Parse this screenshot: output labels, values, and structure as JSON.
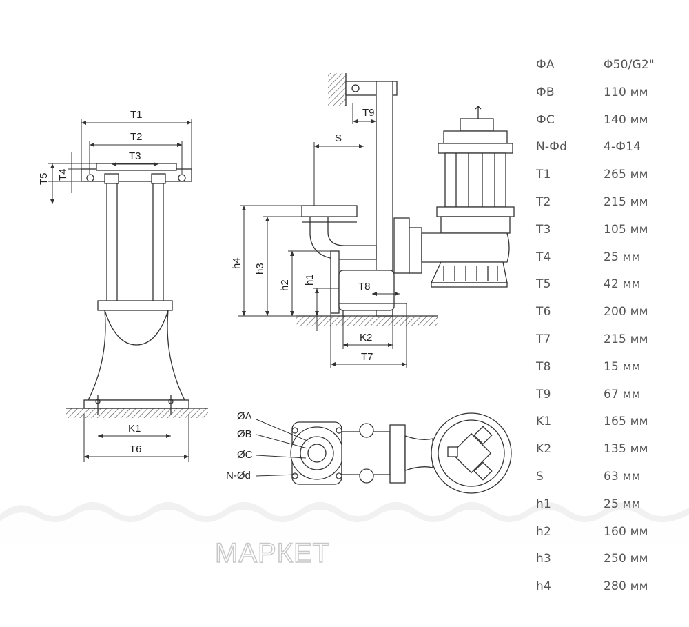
{
  "specs": [
    {
      "key": "ФA",
      "value": "Φ50/G2\""
    },
    {
      "key": "ФB",
      "value": "110 мм"
    },
    {
      "key": "ФC",
      "value": "140 мм"
    },
    {
      "key": "N-Фd",
      "value": "4-Ф14"
    },
    {
      "key": "T1",
      "value": "265 мм"
    },
    {
      "key": "T2",
      "value": "215 мм"
    },
    {
      "key": "T3",
      "value": "105 мм"
    },
    {
      "key": "T4",
      "value": "25 мм"
    },
    {
      "key": "T5",
      "value": "42 мм"
    },
    {
      "key": "T6",
      "value": "200 мм"
    },
    {
      "key": "T7",
      "value": "215 мм"
    },
    {
      "key": "T8",
      "value": "15 мм"
    },
    {
      "key": "T9",
      "value": "67 мм"
    },
    {
      "key": "K1",
      "value": "165 мм"
    },
    {
      "key": "K2",
      "value": "135 мм"
    },
    {
      "key": "S",
      "value": "63 мм"
    },
    {
      "key": "h1",
      "value": "25 мм"
    },
    {
      "key": "h2",
      "value": "160 мм"
    },
    {
      "key": "h3",
      "value": "250 мм"
    },
    {
      "key": "h4",
      "value": "280 мм"
    }
  ],
  "labels": {
    "t1": "T1",
    "t2": "T2",
    "t3": "T3",
    "t4": "T4",
    "t5": "T5",
    "t6": "T6",
    "k1": "K1",
    "t9": "T9",
    "s": "S",
    "h4": "h4",
    "h3": "h3",
    "h2": "h2",
    "h1": "h1",
    "t8": "T8",
    "k2": "K2",
    "t7": "T7",
    "oa": "ØA",
    "ob": "ØB",
    "oc": "ØC",
    "nod": "N-Ød"
  },
  "watermark": "МАРКЕТ",
  "colors": {
    "line": "#333333",
    "text": "#555555",
    "watermark_stroke": "#c8c8c8"
  }
}
